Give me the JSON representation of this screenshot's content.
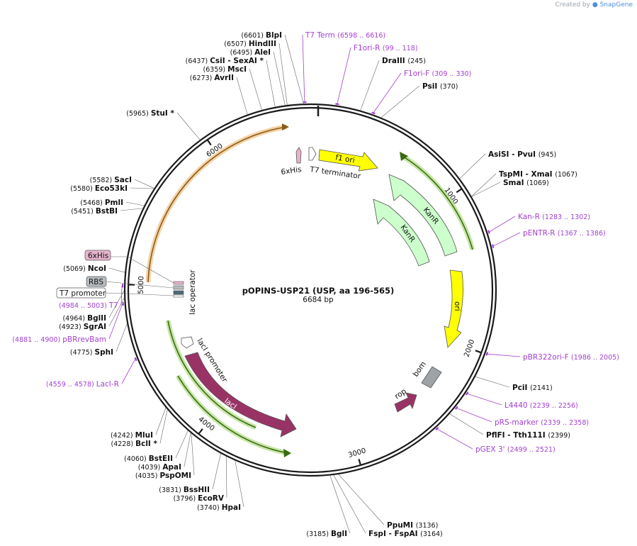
{
  "credit": {
    "prefix": "Created by",
    "brand": "SnapGene"
  },
  "plasmid": {
    "name": "pOPINS-USP21 (USP, aa 196-565)",
    "size_label": "6684 bp",
    "length": 6684
  },
  "ticks": [
    {
      "pos": 1000,
      "label": "1000"
    },
    {
      "pos": 2000,
      "label": "2000"
    },
    {
      "pos": 3000,
      "label": "3000"
    },
    {
      "pos": 4000,
      "label": "4000"
    },
    {
      "pos": 5000,
      "label": "5000"
    },
    {
      "pos": 6000,
      "label": "6000"
    }
  ],
  "enzymes": [
    {
      "name": "BlpI",
      "pos": "(6601)",
      "bp": 6601
    },
    {
      "name": "HindIII",
      "pos": "(6507)",
      "bp": 6507
    },
    {
      "name": "AleI",
      "pos": "(6495)",
      "bp": 6495
    },
    {
      "name": "CsiI - SexAI *",
      "pos": "(6437)",
      "bp": 6437
    },
    {
      "name": "MscI",
      "pos": "(6359)",
      "bp": 6359
    },
    {
      "name": "AvrII",
      "pos": "(6273)",
      "bp": 6273
    },
    {
      "name": "StuI *",
      "pos": "(5965)",
      "bp": 5965
    },
    {
      "name": "SacI",
      "pos": "(5582)",
      "bp": 5582
    },
    {
      "name": "Eco53kI",
      "pos": "(5580)",
      "bp": 5580
    },
    {
      "name": "PmlI",
      "pos": "(5468)",
      "bp": 5468
    },
    {
      "name": "BstBI",
      "pos": "(5451)",
      "bp": 5451
    },
    {
      "name": "NcoI",
      "pos": "(5069)",
      "bp": 5069
    },
    {
      "name": "BglII",
      "pos": "(4964)",
      "bp": 4964
    },
    {
      "name": "SgrAI",
      "pos": "(4923)",
      "bp": 4923
    },
    {
      "name": "SphI",
      "pos": "(4775)",
      "bp": 4775
    },
    {
      "name": "MluI",
      "pos": "(4242)",
      "bp": 4242
    },
    {
      "name": "BclI *",
      "pos": "(4228)",
      "bp": 4228
    },
    {
      "name": "BstEII",
      "pos": "(4060)",
      "bp": 4060
    },
    {
      "name": "ApaI",
      "pos": "(4039)",
      "bp": 4039
    },
    {
      "name": "PspOMI",
      "pos": "(4035)",
      "bp": 4035
    },
    {
      "name": "BssHII",
      "pos": "(3831)",
      "bp": 3831
    },
    {
      "name": "EcoRV",
      "pos": "(3796)",
      "bp": 3796
    },
    {
      "name": "HpaI",
      "pos": "(3740)",
      "bp": 3740
    },
    {
      "name": "BglI",
      "pos": "(3185)",
      "bp": 3185
    },
    {
      "name": "FspI - FspAI",
      "pos": "(3164)",
      "bp": 3164
    },
    {
      "name": "PpuMI",
      "pos": "(3136)",
      "bp": 3136
    },
    {
      "name": "PflFI - Tth111I",
      "pos": "(2399)",
      "bp": 2399
    },
    {
      "name": "PciI",
      "pos": "(2141)",
      "bp": 2141
    },
    {
      "name": "SmaI",
      "pos": "(1069)",
      "bp": 1069
    },
    {
      "name": "TspMI - XmaI",
      "pos": "(1067)",
      "bp": 1067
    },
    {
      "name": "AsiSI - PvuI",
      "pos": "(945)",
      "bp": 945
    },
    {
      "name": "PsiI",
      "pos": "(370)",
      "bp": 370
    },
    {
      "name": "DraIII",
      "pos": "(245)",
      "bp": 245
    }
  ],
  "primers": [
    {
      "name": "T7 Term",
      "range": "(6598 .. 6616)",
      "bp": 6607
    },
    {
      "name": "F1ori-R",
      "range": "(99 .. 118)",
      "bp": 108
    },
    {
      "name": "F1ori-F",
      "range": "(309 .. 330)",
      "bp": 320
    },
    {
      "name": "Kan-R",
      "range": "(1283 .. 1302)",
      "bp": 1292
    },
    {
      "name": "pENTR-R",
      "range": "(1367 .. 1386)",
      "bp": 1376
    },
    {
      "name": "pBR322ori-F",
      "range": "(1986 .. 2005)",
      "bp": 1995
    },
    {
      "name": "L4440",
      "range": "(2239 .. 2256)",
      "bp": 2247
    },
    {
      "name": "pRS-marker",
      "range": "(2339 .. 2358)",
      "bp": 2348
    },
    {
      "name": "pGEX 3'",
      "range": "(2499 .. 2521)",
      "bp": 2510
    },
    {
      "name": "T7",
      "range": "(4984 .. 5003)",
      "bp": 4993
    },
    {
      "name": "pBRrevBam",
      "range": "(4881 .. 4900)",
      "bp": 4890
    },
    {
      "name": "LacI-R",
      "range": "(4559 .. 4578)",
      "bp": 4568
    }
  ],
  "features": {
    "f1_ori": "f1 ori",
    "t7_terminator": "T7 terminator",
    "his6_inner": "6xHis",
    "kanr_1": "KanR",
    "kanr_2": "KanR",
    "ori": "ori",
    "bom": "bom",
    "rop": "rop",
    "lacI": "lacI",
    "lacI_promoter": "lacI promoter",
    "lac_operator": "lac operator"
  },
  "boxed_features": {
    "his6": "6xHis",
    "rbs": "RBS",
    "t7_promoter": "T7 promoter"
  },
  "colors": {
    "backbone": "#1a1a1a",
    "primer": "#a23fd0",
    "f1_ori": "#ffff00",
    "ori": "#ffff00",
    "kanr": "#ccffcc",
    "lacI": "#993366",
    "rop": "#993366",
    "bom": "#9ea3a8",
    "his_tag": "#e6b3cc",
    "rbs": "#b8bcc0",
    "orf_orange": "#f0a030",
    "orf_green": "#80c030"
  }
}
